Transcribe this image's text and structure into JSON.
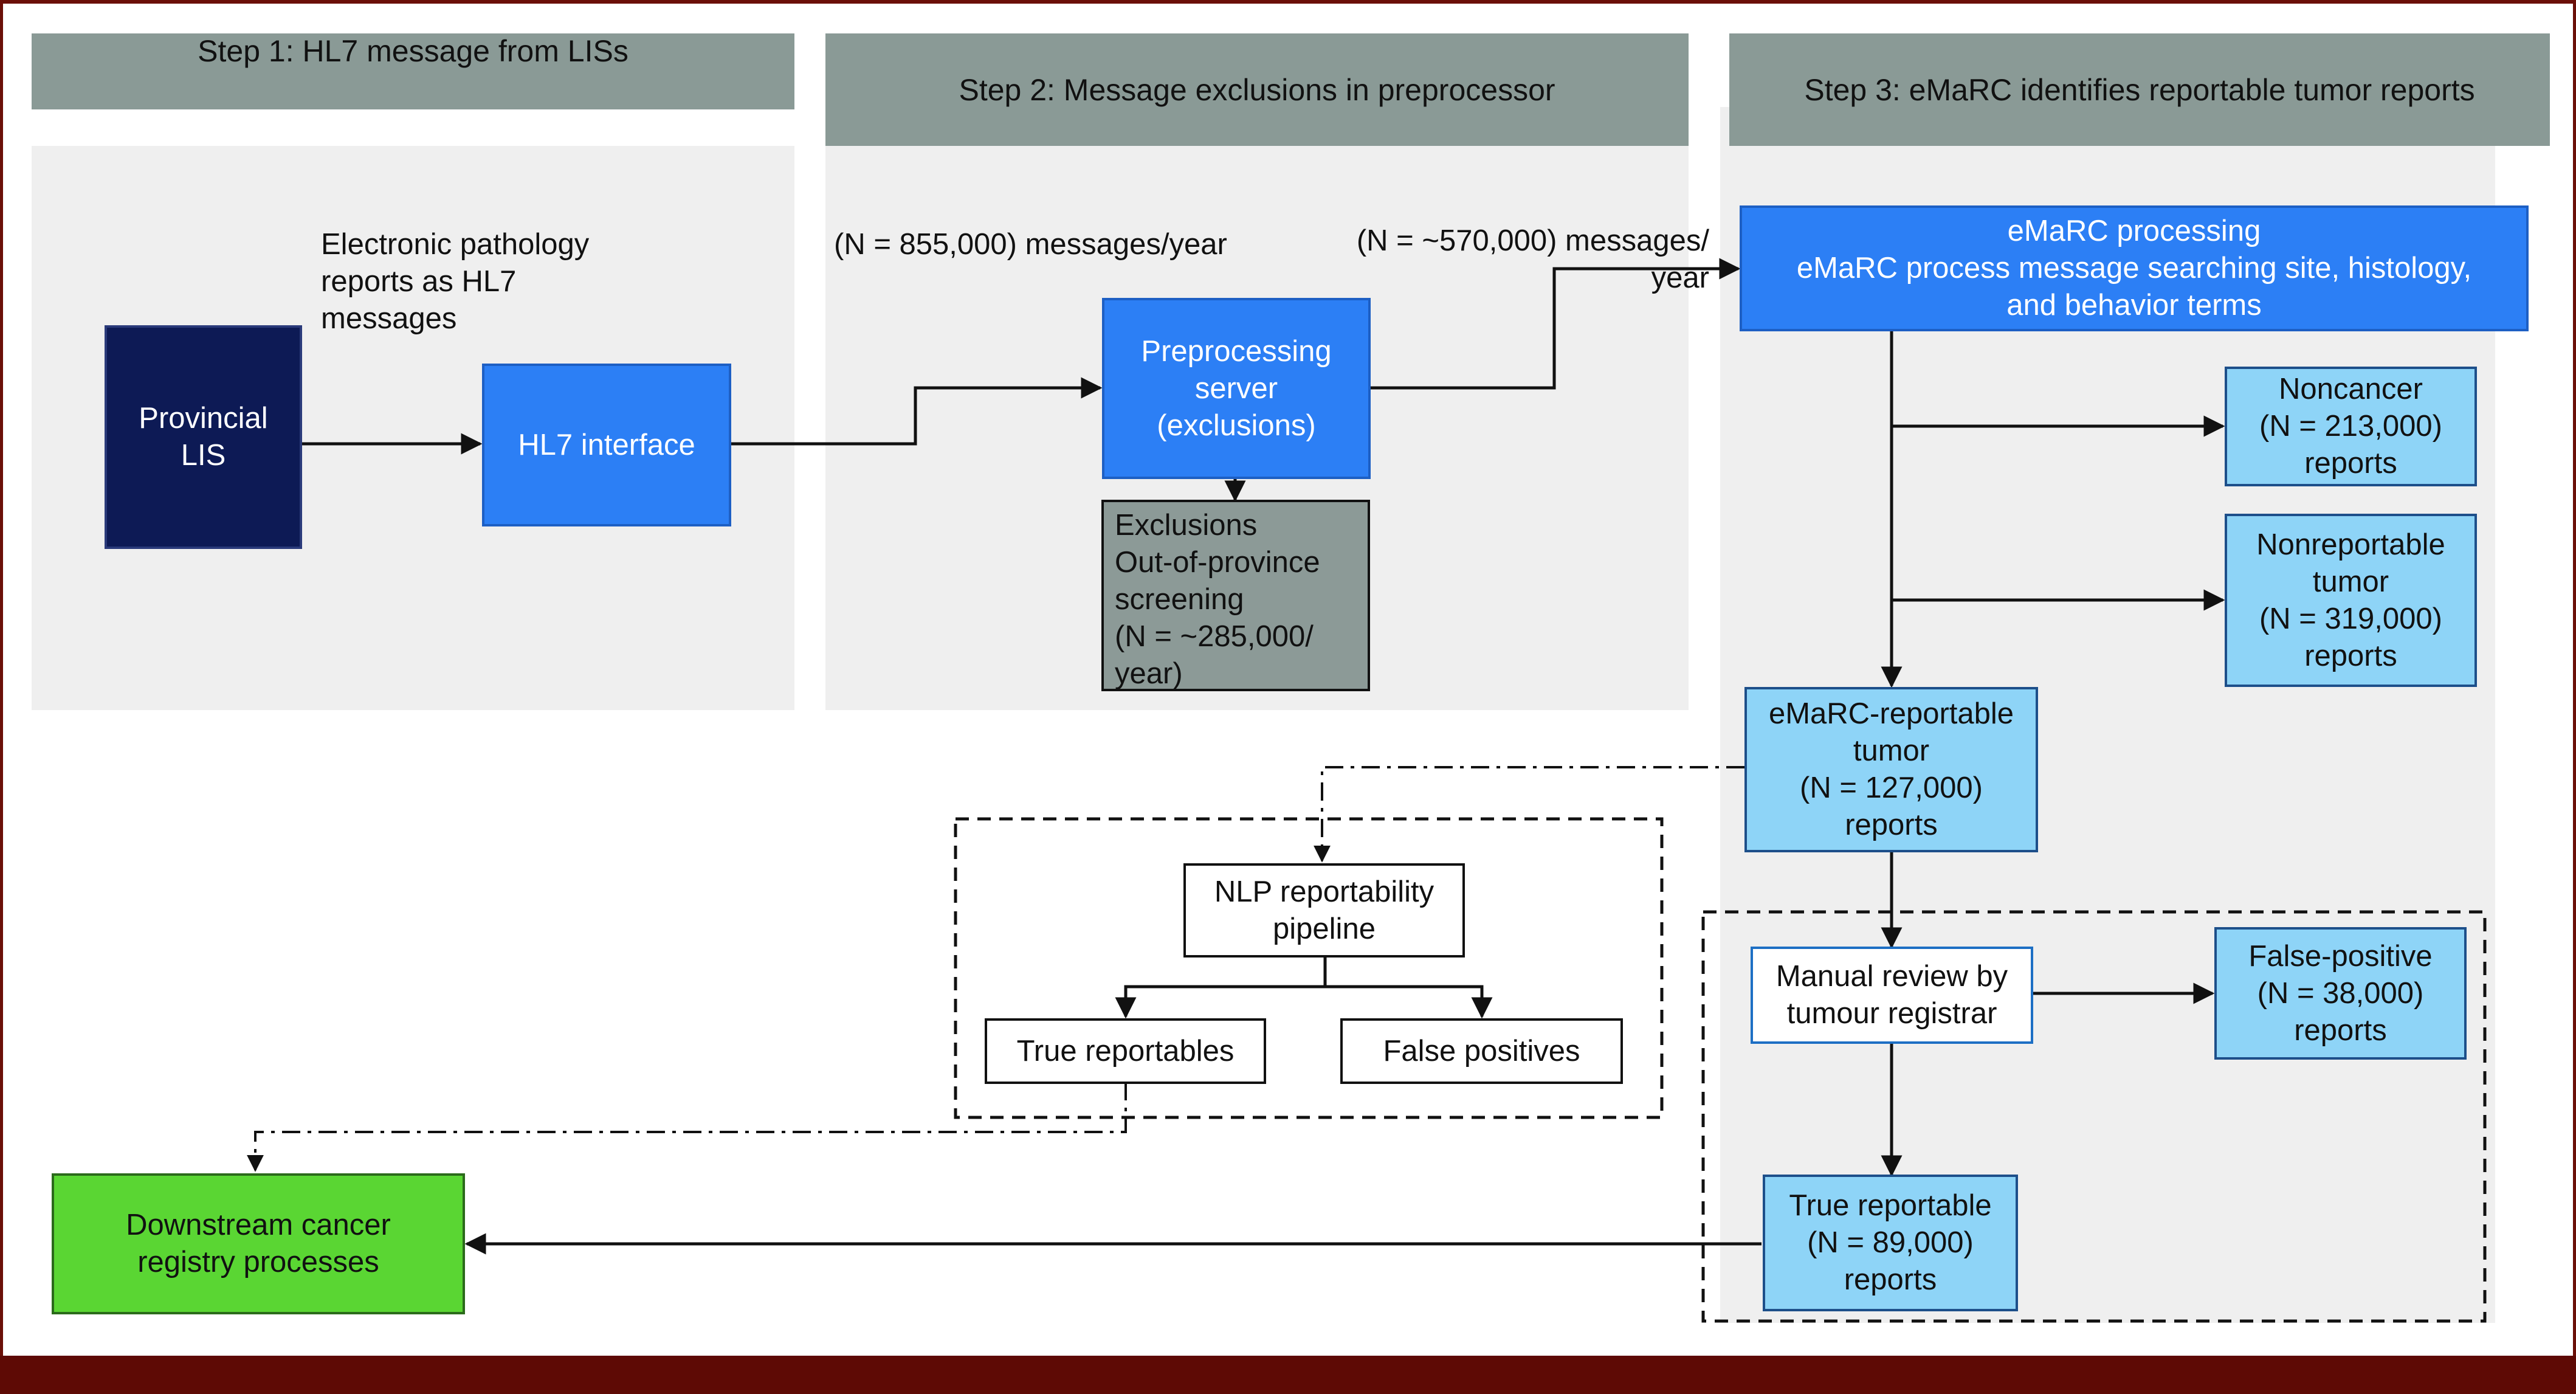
{
  "steps": {
    "step1": "Step 1: HL7 message from LISs",
    "step2": "Step 2: Message exclusions in preprocessor",
    "step3": "Step 3: eMaRC identifies reportable tumor reports"
  },
  "labels": {
    "ep_reports": "Electronic pathology\nreports as HL7\nmessages",
    "msgs_855": "(N = 855,000) messages/year",
    "msgs_570": "(N = ~570,000) messages/\nyear"
  },
  "nodes": {
    "provincial_lis": "Provincial\nLIS",
    "hl7_interface": "HL7 interface",
    "preprocessing": "Preprocessing\nserver\n(exclusions)",
    "exclusions": "Exclusions\n  Out-of-province\n  screening\n(N = ~285,000/\n  year)",
    "emarc_processing": "eMaRC processing\neMaRC process message searching site, histology,\n  and behavior terms",
    "noncancer": "Noncancer\n(N = 213,000)\nreports",
    "nonreportable": "Nonreportable\ntumor\n(N = 319,000)\nreports",
    "emarc_reportable": "eMaRC-reportable\ntumor\n(N = 127,000)\nreports",
    "nlp_pipeline": "NLP reportability\npipeline",
    "true_reportables": "True  reportables",
    "false_positives": "False positives",
    "manual_review": "Manual review by\ntumour registrar",
    "false_positive_reports": "False-positive\n(N = 38,000)\nreports",
    "true_reportable": "True reportable\n(N = 89,000)\nreports",
    "downstream": "Downstream cancer\nregistry processes"
  },
  "colors": {
    "header": "#8a9a96",
    "panel": "#efefef",
    "navy": "#0d1a55",
    "blue": "#2c7ff5",
    "light_blue": "#8ed4f7",
    "gray": "#8c9a97",
    "green": "#5ad633",
    "frame": "#6b0f08"
  }
}
